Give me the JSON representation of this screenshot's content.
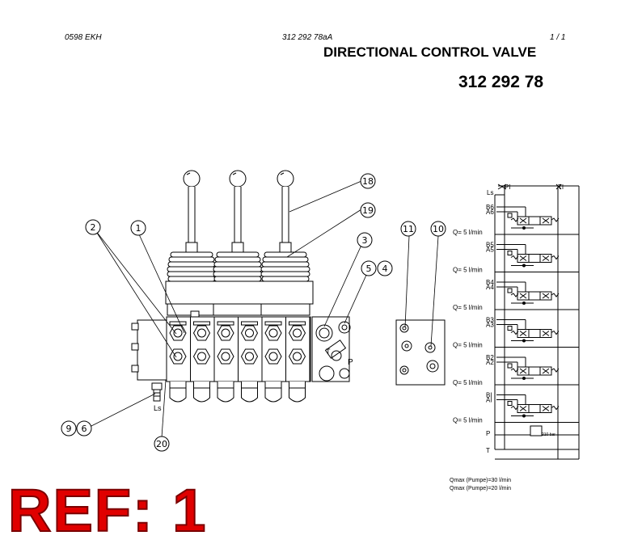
{
  "header": {
    "left_code": "0598 EKH",
    "doc_number": "312 292 78aA",
    "page": "1 / 1",
    "title": "DIRECTIONAL CONTROL VALVE",
    "part_number": "312 292 78"
  },
  "callouts": [
    "18",
    "19",
    "2",
    "1",
    "3",
    "5",
    "4",
    "11",
    "10",
    "9",
    "6",
    "20"
  ],
  "port_labels": {
    "ls": "Ls",
    "t": "T",
    "p": "P"
  },
  "schematic": {
    "top_ports": [
      "PI",
      "TI"
    ],
    "ls_label": "Ls",
    "sections": [
      {
        "b": "B6",
        "a": "A6",
        "q": "Q= 5 l/min"
      },
      {
        "b": "B5",
        "a": "A5",
        "q": "Q= 5 l/min"
      },
      {
        "b": "B4",
        "a": "A4",
        "q": "Q= 5 l/min"
      },
      {
        "b": "B3",
        "a": "A3",
        "q": "Q= 5 l/min"
      },
      {
        "b": "B2",
        "a": "A2",
        "q": "Q= 5 l/min"
      },
      {
        "b": "BI",
        "a": "AI",
        "q": "Q= 5 l/min"
      }
    ],
    "p_label": "P",
    "t_label": "T",
    "relief": "210 bar",
    "qmax": [
      "Qmax (Pumpe)=30 l/min",
      "Qmax (Pumpe)=20 l/min"
    ]
  },
  "ref_label": "REF: 1"
}
